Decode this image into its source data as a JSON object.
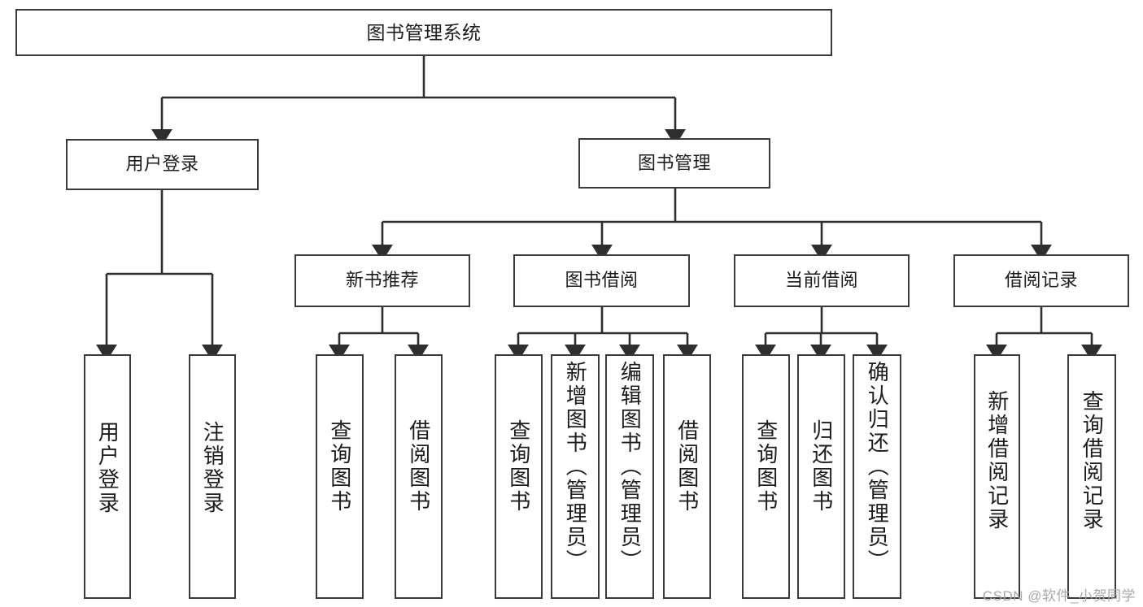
{
  "diagram": {
    "title": "图书管理系统",
    "watermark": "CSDN @软件_小贺同学",
    "colors": {
      "stroke": "#3a3a3a",
      "fill": "#ffffff",
      "text": "#1c1c1c",
      "watermark": "#a9a9a9"
    },
    "nodes": {
      "root": {
        "label": "图书管理系统"
      },
      "level1": [
        {
          "id": "user-login",
          "label": "用户登录"
        },
        {
          "id": "book-management",
          "label": "图书管理"
        }
      ],
      "level2": [
        {
          "id": "new-book-recommend",
          "label": "新书推荐"
        },
        {
          "id": "book-borrow",
          "label": "图书借阅"
        },
        {
          "id": "current-borrow",
          "label": "当前借阅"
        },
        {
          "id": "borrow-record",
          "label": "借阅记录"
        }
      ],
      "leaves": {
        "user_login": [
          {
            "id": "leaf-user-login",
            "label": "用户登录"
          },
          {
            "id": "leaf-logout-login",
            "label": "注销登录"
          }
        ],
        "new_book_recommend": [
          {
            "id": "leaf-query-book-1",
            "label": "查询图书"
          },
          {
            "id": "leaf-borrow-book-1",
            "label": "借阅图书"
          }
        ],
        "book_borrow": [
          {
            "id": "leaf-query-book-2",
            "label": "查询图书"
          },
          {
            "id": "leaf-add-book",
            "label": "新增图书（管理员）"
          },
          {
            "id": "leaf-edit-book",
            "label": "编辑图书（管理员）"
          },
          {
            "id": "leaf-borrow-book-2",
            "label": "借阅图书"
          }
        ],
        "current_borrow": [
          {
            "id": "leaf-query-book-3",
            "label": "查询图书"
          },
          {
            "id": "leaf-return-book",
            "label": "归还图书"
          },
          {
            "id": "leaf-confirm-return",
            "label": "确认归还（管理员）"
          }
        ],
        "borrow_record": [
          {
            "id": "leaf-add-record",
            "label": "新增借阅记录"
          },
          {
            "id": "leaf-query-record",
            "label": "查询借阅记录"
          }
        ]
      }
    }
  }
}
